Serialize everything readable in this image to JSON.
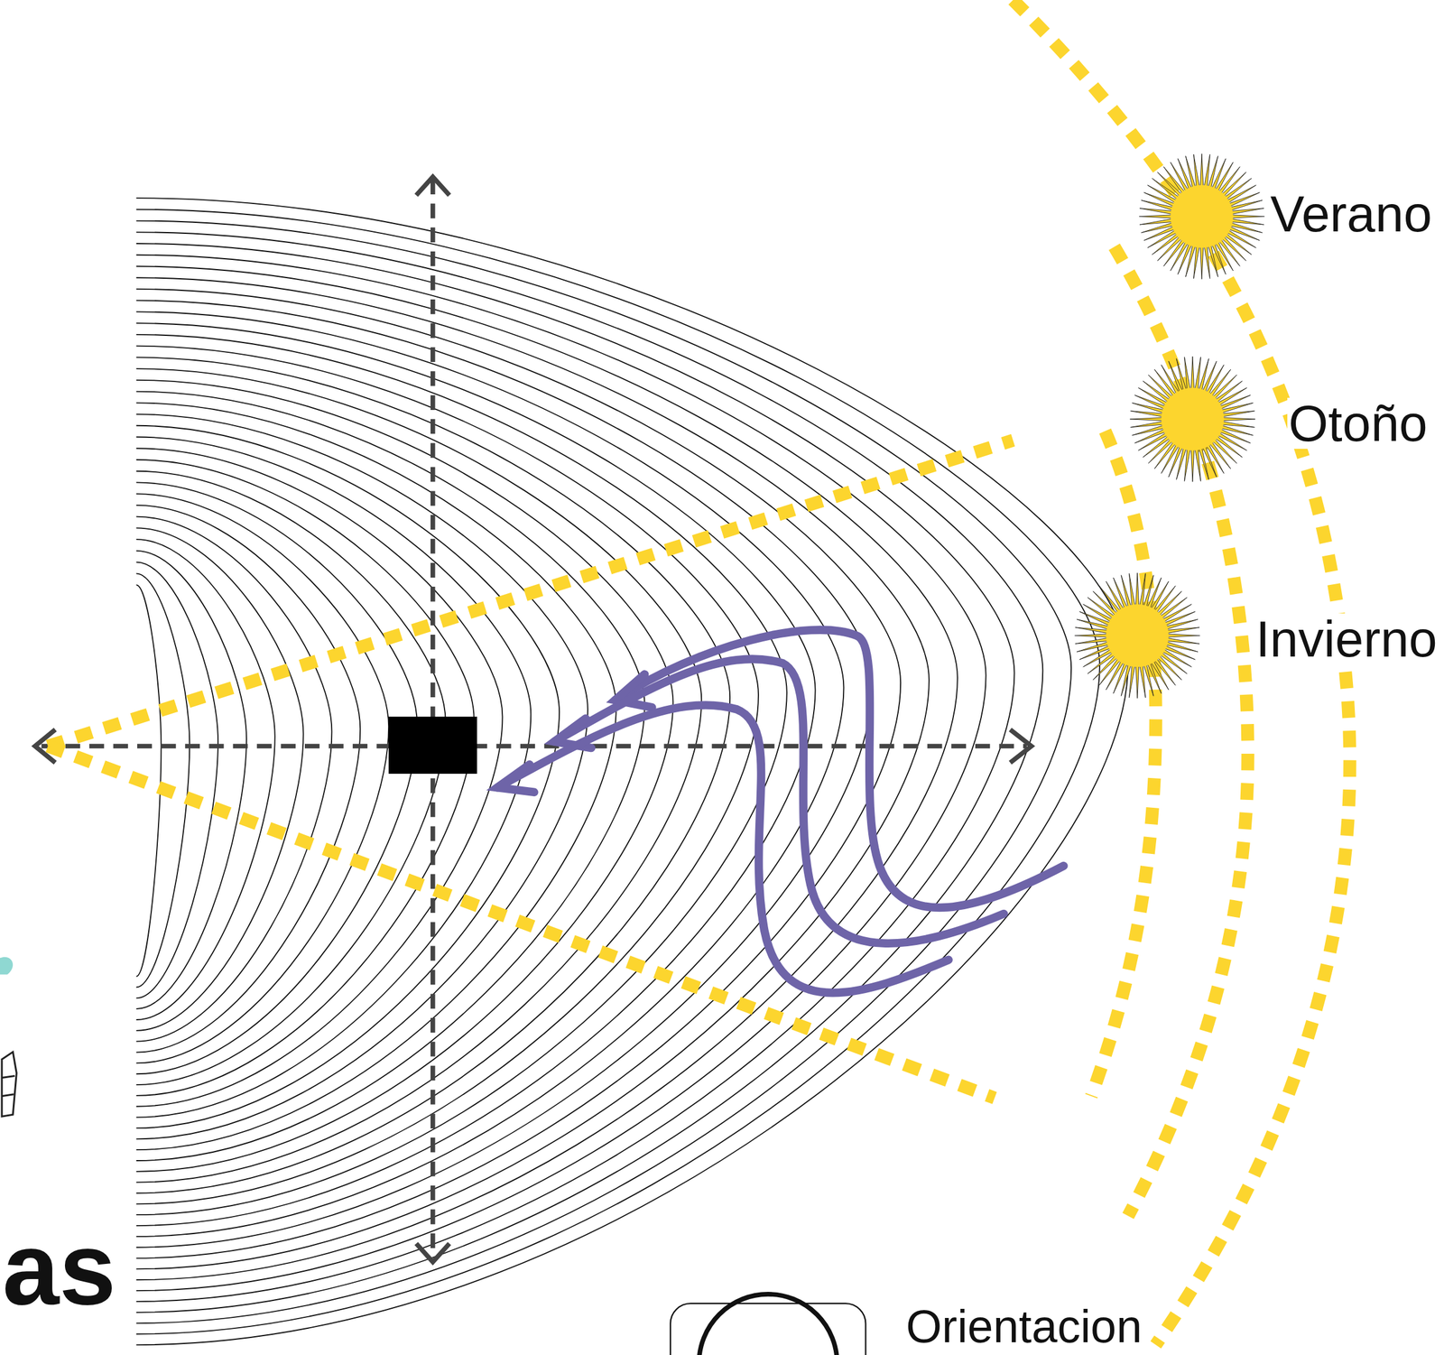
{
  "diagram": {
    "labels": [
      "Verano",
      "Otoño",
      "Invierno",
      "as"
    ],
    "legend": [
      {
        "text": "Orientacion"
      }
    ]
  }
}
